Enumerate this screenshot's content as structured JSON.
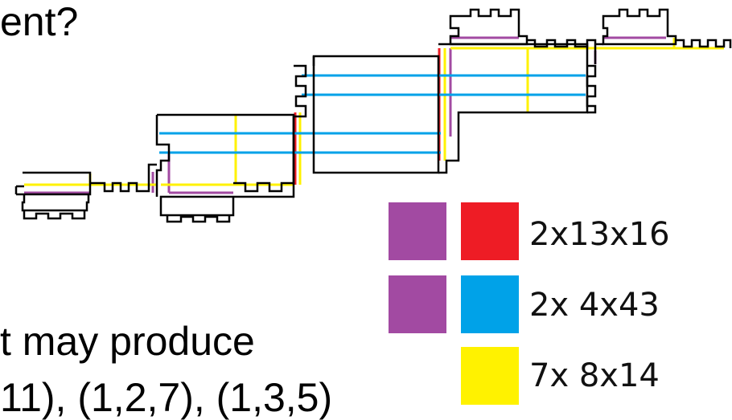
{
  "title_fragment": "ent?",
  "body_lines": [
    "t may produce",
    "11), (1,2,7), (1,3,5)"
  ],
  "colors": {
    "purple": "#a24aa2",
    "red": "#ee1c25",
    "blue": "#00a2e8",
    "yellow": "#fff200",
    "outline": "#000000"
  },
  "legend": [
    {
      "swatches": [
        "purple",
        "red"
      ],
      "label": "2x13x16"
    },
    {
      "swatches": [
        "purple",
        "blue"
      ],
      "label": "2x 4x43"
    },
    {
      "swatches": [
        "yellow"
      ],
      "label": "7x 8x14"
    }
  ]
}
